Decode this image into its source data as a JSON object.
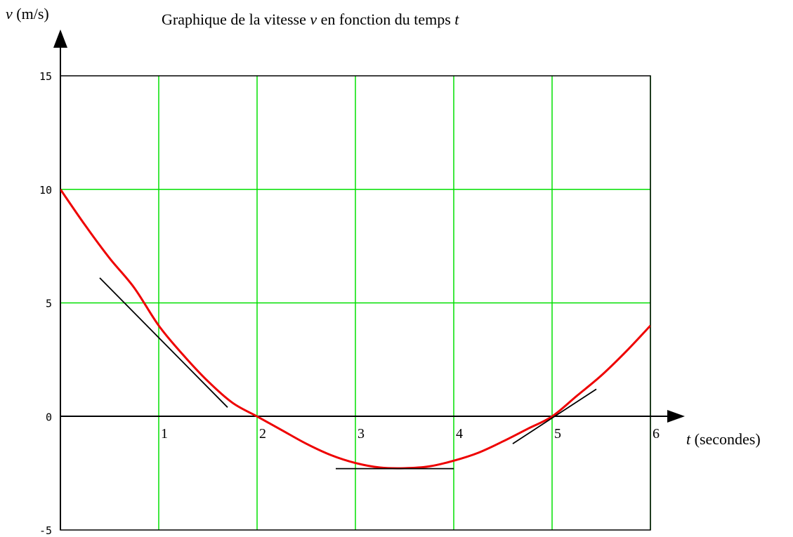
{
  "chart_data": {
    "type": "line",
    "title_prefix": "Graphique de la vitesse ",
    "title_var_v": "v",
    "title_middle": " en fonction du temps ",
    "title_var_t": "t",
    "ylabel_var": "v",
    "ylabel_unit": " (m/s)",
    "xlabel_var": "t",
    "xlabel_unit": " (secondes)",
    "xlim": [
      0,
      6
    ],
    "ylim": [
      -5,
      15
    ],
    "x_ticks": [
      "1",
      "2",
      "3",
      "4",
      "5",
      "6"
    ],
    "y_ticks": [
      "15",
      "10",
      "5",
      "0",
      "-5"
    ],
    "grid": true,
    "colors": {
      "curve": "#ee0000",
      "grid": "#00e000",
      "axis": "#000000",
      "tangent": "#000000"
    },
    "curve": {
      "x": [
        0,
        0.25,
        0.5,
        0.75,
        1,
        1.25,
        1.5,
        1.75,
        2,
        2.25,
        2.5,
        2.75,
        3,
        3.25,
        3.5,
        3.75,
        4,
        4.25,
        4.5,
        4.75,
        5,
        5.25,
        5.5,
        5.75,
        6
      ],
      "y": [
        10,
        8.43,
        6.97,
        5.67,
        4.0,
        2.7,
        1.55,
        0.6,
        0,
        -0.6,
        -1.2,
        -1.7,
        -2.05,
        -2.25,
        -2.28,
        -2.2,
        -1.95,
        -1.6,
        -1.1,
        -0.55,
        0,
        0.9,
        1.8,
        2.85,
        4.0
      ]
    },
    "tangents": [
      {
        "x1": 0.4,
        "y1": 6.1,
        "x2": 1.7,
        "y2": 0.4
      },
      {
        "x1": 2.8,
        "y1": -2.3,
        "x2": 4.0,
        "y2": -2.3
      },
      {
        "x1": 4.6,
        "y1": -1.2,
        "x2": 5.45,
        "y2": 1.2
      }
    ]
  }
}
